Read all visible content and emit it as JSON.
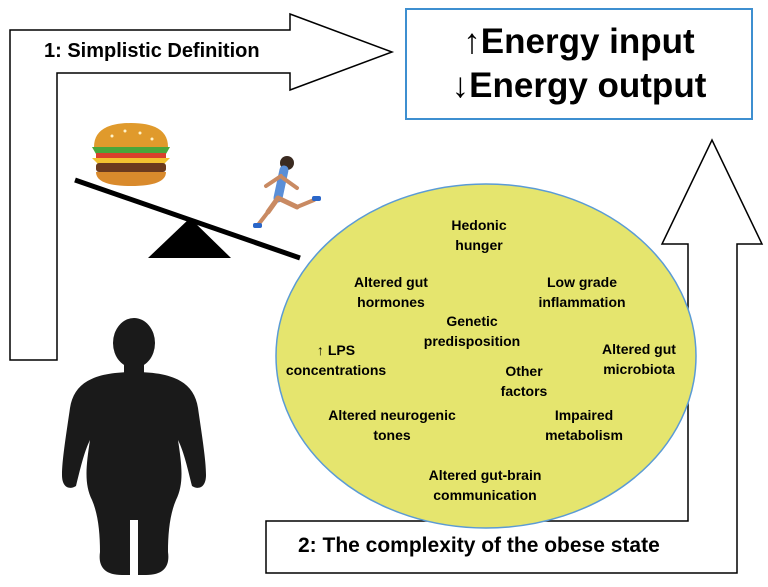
{
  "step1": {
    "label": "1: Simplistic Definition"
  },
  "step2": {
    "label": "2: The complexity of the obese state"
  },
  "energy": {
    "input": "↑Energy input",
    "output": "↓Energy output"
  },
  "factors": [
    {
      "line1": "Hedonic",
      "line2": "hunger"
    },
    {
      "line1": "Altered gut",
      "line2": "hormones"
    },
    {
      "line1": "Low grade",
      "line2": "inflammation"
    },
    {
      "line1": "Genetic",
      "line2": "predisposition"
    },
    {
      "line1": "↑ LPS",
      "line2": "concentrations"
    },
    {
      "line1": "Other",
      "line2": "factors"
    },
    {
      "line1": "Altered gut",
      "line2": "microbiota"
    },
    {
      "line1": "Altered neurogenic",
      "line2": "tones"
    },
    {
      "line1": "Impaired",
      "line2": "metabolism"
    },
    {
      "line1": "Altered gut-brain",
      "line2": "communication"
    }
  ],
  "colors": {
    "ellipse_fill": "#e5e56e",
    "ellipse_stroke": "#5b9bd5",
    "box_border": "#3e8fd0",
    "arrow_stroke": "#000000",
    "silhouette": "#1a1a1a"
  },
  "icons": {
    "burger": "burger-icon",
    "runner": "runner-icon",
    "seesaw": "seesaw-icon",
    "person": "obese-person-silhouette-icon"
  }
}
